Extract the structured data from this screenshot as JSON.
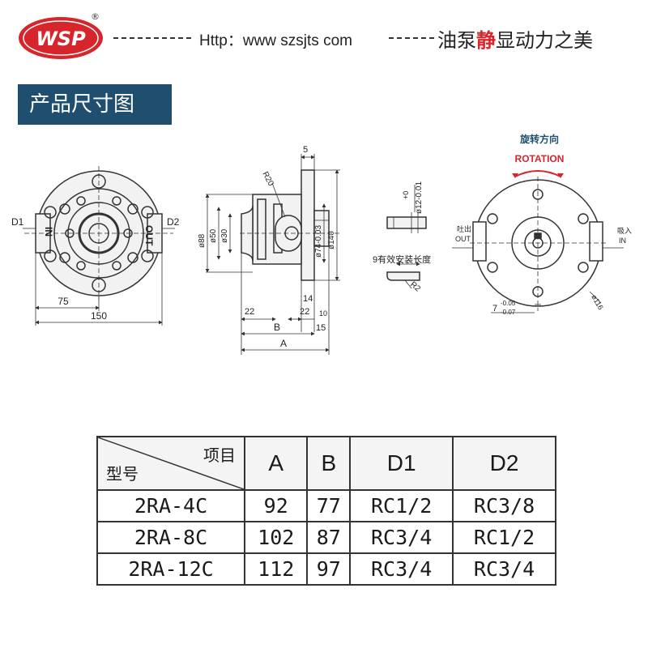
{
  "header": {
    "logo_text": "WSP",
    "registered_mark": "®",
    "website": "Http：www szsjts com",
    "slogan_before": "油泵",
    "slogan_accent": "静",
    "slogan_after": "显动力之美",
    "accent_color": "#d6262b"
  },
  "section_title": "产品尺寸图",
  "section_color": "#1f4e6e",
  "drawing": {
    "front": {
      "port_left": "D1",
      "port_right": "D2",
      "port_in": "IN",
      "port_out": "OUT",
      "dim_half": "75",
      "dim_width": "150"
    },
    "side": {
      "dim_5": "5",
      "dim_r20": "R20",
      "dim_d88": "ø88",
      "dim_d50": "ø50",
      "dim_d30": "ø30",
      "dim_d74": "ø74-0.03",
      "dim_d140": "ø140",
      "dim_14": "14",
      "dim_22a": "22",
      "dim_22b": "22",
      "dim_10": "10",
      "dim_15": "15",
      "dim_b": "B",
      "dim_a": "A"
    },
    "shaft": {
      "dim_d12": "ø12-0.01",
      "tol_plus": "+0",
      "key_length": "9有效安装长度",
      "dim_r2": "R2"
    },
    "rear": {
      "rotation_cn": "旋转方向",
      "rotation_en": "ROTATION",
      "out_cn": "吐出",
      "out_en": "OUT",
      "in_cn": "吸入",
      "in_en": "IN",
      "dim_key": "7",
      "tol_upper": "-0.05",
      "tol_lower": "-0.07",
      "dim_d116": "ø116"
    }
  },
  "table": {
    "corner_top": "项目",
    "corner_bottom": "型号",
    "headers": [
      "A",
      "B",
      "D1",
      "D2"
    ],
    "rows": [
      {
        "model": "2RA-4C",
        "a": "92",
        "b": "77",
        "d1": "RC1/2",
        "d2": "RC3/8"
      },
      {
        "model": "2RA-8C",
        "a": "102",
        "b": "87",
        "d1": "RC3/4",
        "d2": "RC1/2"
      },
      {
        "model": "2RA-12C",
        "a": "112",
        "b": "97",
        "d1": "RC3/4",
        "d2": "RC3/4"
      }
    ]
  }
}
